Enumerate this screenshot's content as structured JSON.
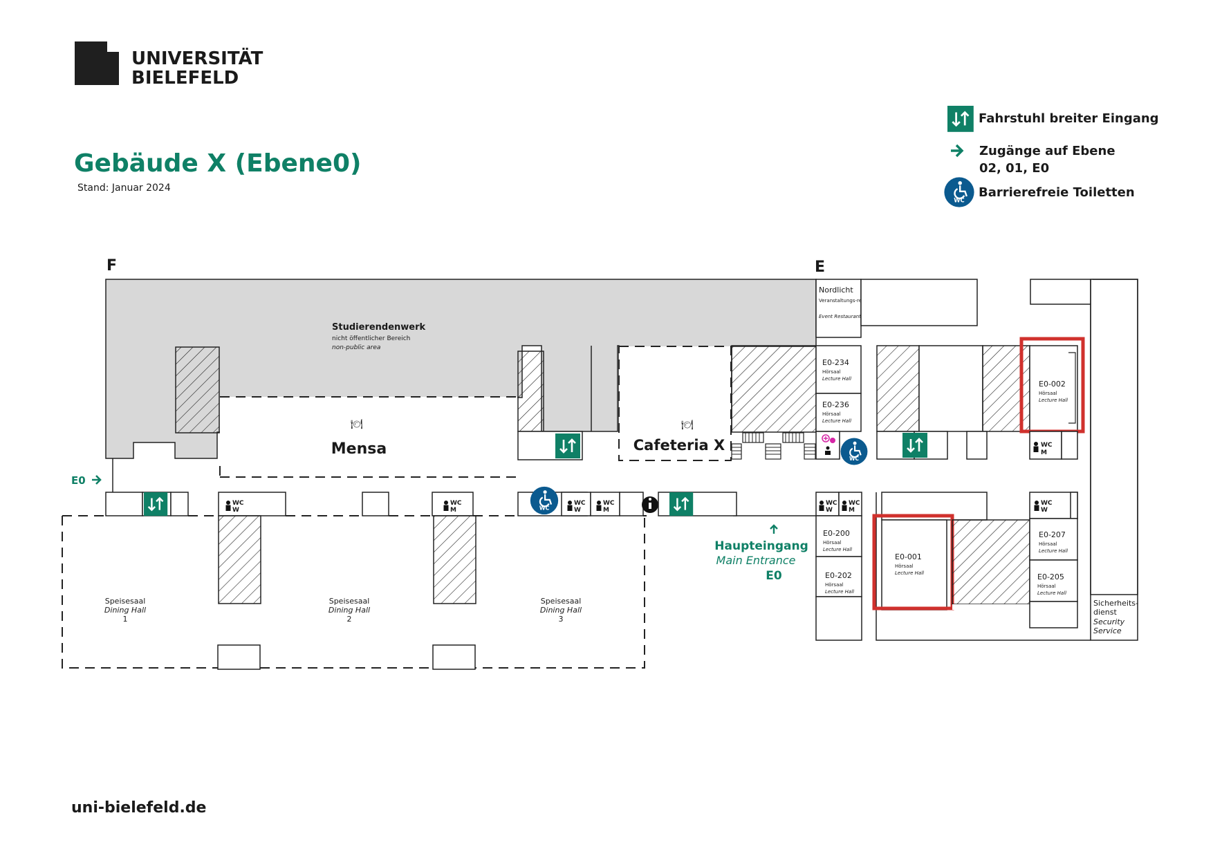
{
  "logo": {
    "line1": "UNIVERSITÄT",
    "line2": "BIELEFELD"
  },
  "title": "Gebäude X (Ebene0)",
  "stand": "Stand: Januar 2024",
  "website": "uni-bielefeld.de",
  "legend": {
    "elevator": "Fahrstuhl breiter Eingang",
    "access_line1": "Zugänge auf Ebene",
    "access_line2": "02, 01, E0",
    "toilets": "Barrierefreie Toiletten"
  },
  "section_labels": {
    "f": "F",
    "e": "E"
  },
  "colors": {
    "accent": "#0f8066",
    "highlight": "#d0312d",
    "accessible": "#0b5a8f",
    "nonpublic": "#d8d8d8"
  },
  "areas": {
    "studierendenwerk": {
      "name": "Studierendenwerk",
      "de": "nicht öffentlicher Bereich",
      "en": "non-public area"
    },
    "mensa": "Mensa",
    "cafeteria": "Cafeteria X",
    "nordlicht": {
      "name": "Nordlicht",
      "de": "Veranstaltungs-restaurant",
      "en": "Event Restaurant"
    },
    "security": {
      "de1": "Sicherheits-",
      "de2": "dienst",
      "en1": "Security",
      "en2": "Service"
    },
    "e0_entry": "E0",
    "main_entrance": {
      "de": "Haupteingang",
      "en": "Main Entrance",
      "level": "E0"
    },
    "dining_halls": [
      {
        "de": "Speisesaal",
        "en": "Dining Hall",
        "num": "1"
      },
      {
        "de": "Speisesaal",
        "en": "Dining Hall",
        "num": "2"
      },
      {
        "de": "Speisesaal",
        "en": "Dining Hall",
        "num": "3"
      }
    ]
  },
  "rooms": [
    {
      "id": "E0-234",
      "de": "Hörsaal",
      "en": "Lecture Hall"
    },
    {
      "id": "E0-236",
      "de": "Hörsaal",
      "en": "Lecture Hall"
    },
    {
      "id": "E0-002",
      "de": "Hörsaal",
      "en": "Lecture Hall"
    },
    {
      "id": "E0-200",
      "de": "Hörsaal",
      "en": "Lecture Hall"
    },
    {
      "id": "E0-202",
      "de": "Hörsaal",
      "en": "Lecture Hall"
    },
    {
      "id": "E0-001",
      "de": "Hörsaal",
      "en": "Lecture Hall"
    },
    {
      "id": "E0-207",
      "de": "Hörsaal",
      "en": "Lecture Hall"
    },
    {
      "id": "E0-205",
      "de": "Hörsaal",
      "en": "Lecture Hall"
    }
  ],
  "wc": {
    "wc": "WC",
    "w": "W",
    "m": "M"
  },
  "icons": [
    "elevator-icon",
    "arrow-right-icon",
    "wheelchair-wc-icon",
    "info-icon",
    "meal-icon",
    "baby-care-icon",
    "person-icon",
    "stairs-icon"
  ]
}
